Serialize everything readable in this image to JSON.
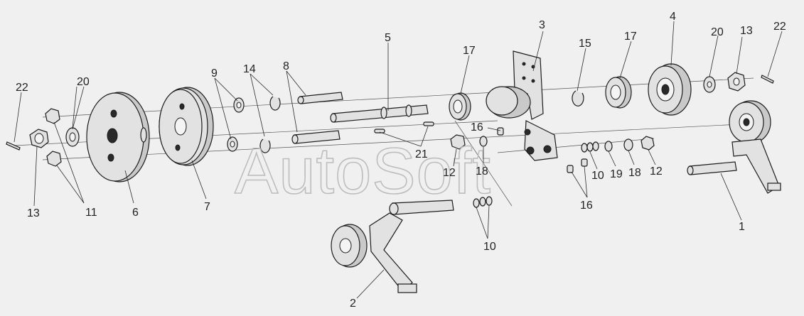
{
  "watermark": "AutoSoft",
  "labels": {
    "l1": "1",
    "l2": "2",
    "l3": "3",
    "l4": "4",
    "l5": "5",
    "l6": "6",
    "l7": "7",
    "l8": "8",
    "l9": "9",
    "l10a": "10",
    "l10b": "10",
    "l11": "11",
    "l12a": "12",
    "l12b": "12",
    "l13a": "13",
    "l13b": "13",
    "l14": "14",
    "l15": "15",
    "l16a": "16",
    "l16b": "16",
    "l17a": "17",
    "l17b": "17",
    "l18a": "18",
    "l18b": "18",
    "l19": "19",
    "l20a": "20",
    "l20b": "20",
    "l21": "21",
    "l22a": "22",
    "l22b": "22"
  }
}
